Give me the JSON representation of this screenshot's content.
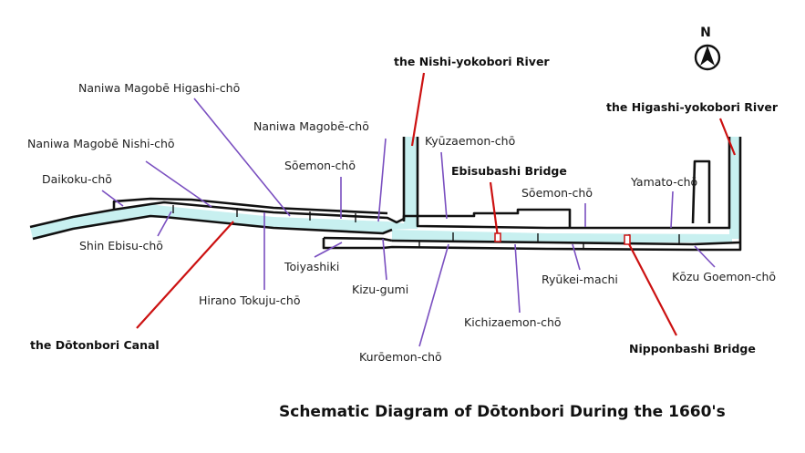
{
  "title": "Schematic Diagram of Dōtonbori During the 1660's",
  "compass": {
    "letter": "N",
    "icon": "north-arrow-icon"
  },
  "colors": {
    "water": "#c8f0f0",
    "outline": "#111111",
    "leader_purple": "#7a4fc0",
    "leader_red": "#cc1111"
  },
  "labels": {
    "daikoku": "Daikoku-chō",
    "naniwa_nishi": "Naniwa Magobē Nishi-chō",
    "naniwa_higashi": "Naniwa Magobē Higashi-chō",
    "naniwa_magobe": "Naniwa Magobē-chō",
    "soemon_north": "Sōemon-chō",
    "nishi_yokobori": "the Nishi-yokobori River",
    "kyuzaemon": "Kyūzaemon-chō",
    "ebisubashi": "Ebisubashi Bridge",
    "soemon_south": "Sōemon-chō",
    "yamato": "Yamato-chō",
    "higashi_yokobori": "the Higashi-yokobori River",
    "shin_ebisu": "Shin Ebisu-chō",
    "toiyashiki": "Toiyashiki",
    "kizu_gumi": "Kizu-gumi",
    "hirano": "Hirano Tokuju-chō",
    "ryukei": "Ryūkei-machi",
    "kozu": "Kōzu Goemon-chō",
    "kichizaemon": "Kichizaemon-chō",
    "kuroemon": "Kurōemon-chō",
    "dotonbori_canal": "the Dōtonbori Canal",
    "nipponbashi": "Nipponbashi Bridge"
  }
}
